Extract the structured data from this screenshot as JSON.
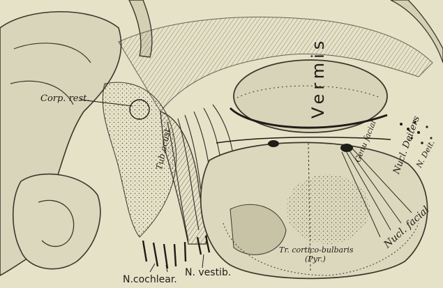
{
  "colors": {
    "paper": "#e6e2c8",
    "tissue": "#d7d3b8",
    "ink": "#1e1c16",
    "fiber": "#3a372c",
    "shade": "#b9b498"
  },
  "labels": {
    "corp_rest": "Corp. rest.",
    "tub_acust": "Tub.acust",
    "vermis": "Vermis",
    "genu_facial": "Genu facial",
    "nucl_deiters": "Nucl. Deiters",
    "n_deiters": "N. Deit.",
    "nucl_facial": "Nucl. facial",
    "tr_corticobulbaris": "Tr. cortico-bulbaris",
    "pyr": "(Pyr.)",
    "n_vestib": "N. vestib.",
    "n_cochlear": "N.cochlear."
  }
}
